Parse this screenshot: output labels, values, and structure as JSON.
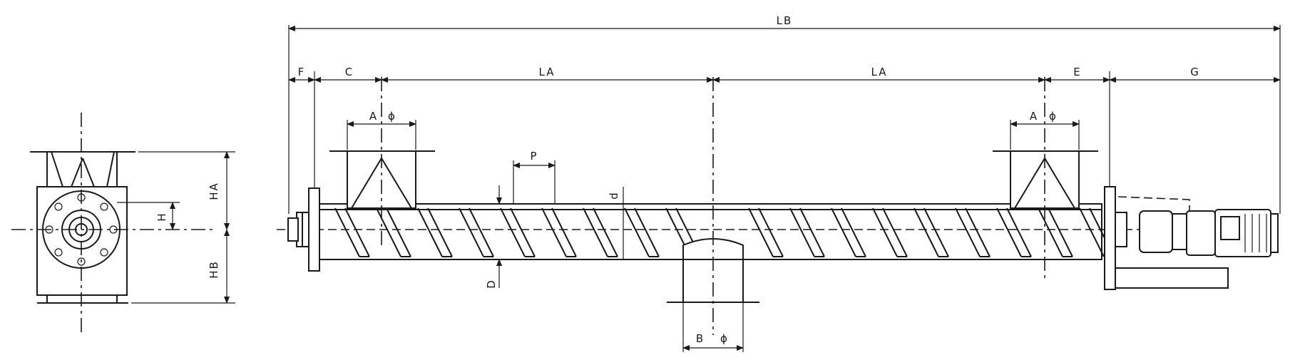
{
  "labels": {
    "lb": "LB",
    "la_left": "LA",
    "la_right": "LA",
    "f": "F",
    "c": "C",
    "e": "E",
    "g": "G",
    "a_left": "A",
    "a_right": "A",
    "phi": "ϕ",
    "p": "P",
    "d_small": "d",
    "d_big": "D",
    "b": "B",
    "ha": "HA",
    "hb": "HB",
    "h": "H"
  }
}
